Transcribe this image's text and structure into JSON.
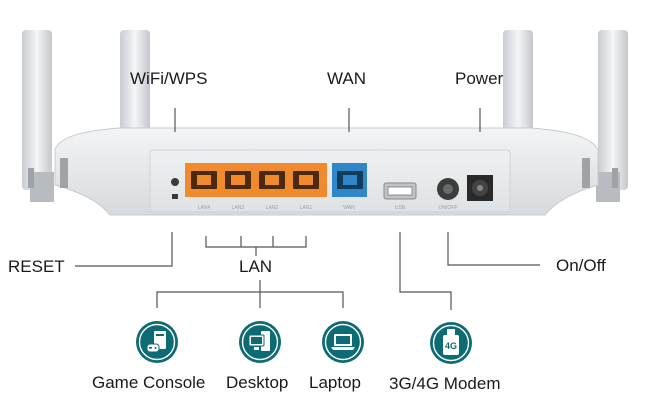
{
  "labels": {
    "wifi_wps": "WiFi/WPS",
    "wan": "WAN",
    "power": "Power",
    "reset": "RESET",
    "lan": "LAN",
    "on_off": "On/Off",
    "game_console": "Game Console",
    "desktop": "Desktop",
    "laptop": "Laptop",
    "modem": "3G/4G Modem"
  },
  "modem_icon_text": "4G",
  "port_labels": [
    "LAN4",
    "LAN3",
    "LAN2",
    "LAN1",
    "WAN",
    "USB",
    "ON/OFF"
  ],
  "colors": {
    "lan_port": "#f08a2c",
    "wan_port": "#2f86c9",
    "icon_teal": "#0d6b73",
    "router_body": "#e9ebed",
    "line": "#555555"
  }
}
